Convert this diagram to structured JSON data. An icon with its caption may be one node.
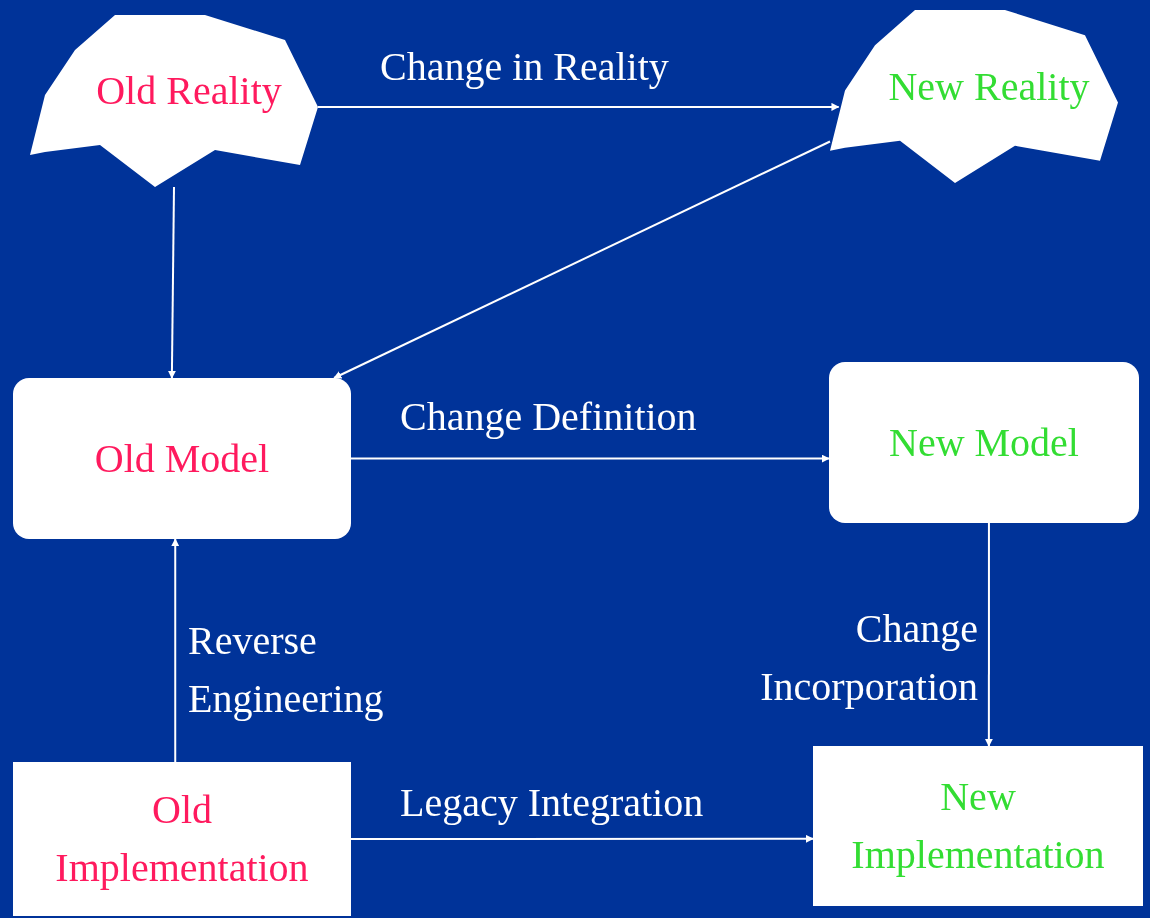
{
  "diagram": {
    "nodes": [
      {
        "text": [
          "Old Reality"
        ]
      },
      {
        "text": [
          "New Reality"
        ]
      },
      {
        "text": [
          "Old Model"
        ]
      },
      {
        "text": [
          "New Model"
        ]
      },
      {
        "text": [
          "Old Implementation"
        ]
      },
      {
        "text": [
          "New Implementation"
        ]
      }
    ],
    "edges": [
      {
        "from": 0,
        "to": 1,
        "arrow": "to",
        "label": "Change in Reality"
      },
      {
        "from": 0,
        "to": 2,
        "arrow": "to"
      },
      {
        "from": 1,
        "to": 2,
        "arrow": "to"
      },
      {
        "from": 2,
        "to": 3,
        "arrow": "to",
        "label": "Change Definition"
      },
      {
        "from": 4,
        "to": 2,
        "arrow": "to",
        "label": "Reverse Engineering"
      },
      {
        "from": 3,
        "to": 5,
        "arrow": "to",
        "label": "Change Incorporation"
      },
      {
        "from": 4,
        "to": 5,
        "arrow": "to",
        "label": "Legacy Integration"
      }
    ]
  }
}
